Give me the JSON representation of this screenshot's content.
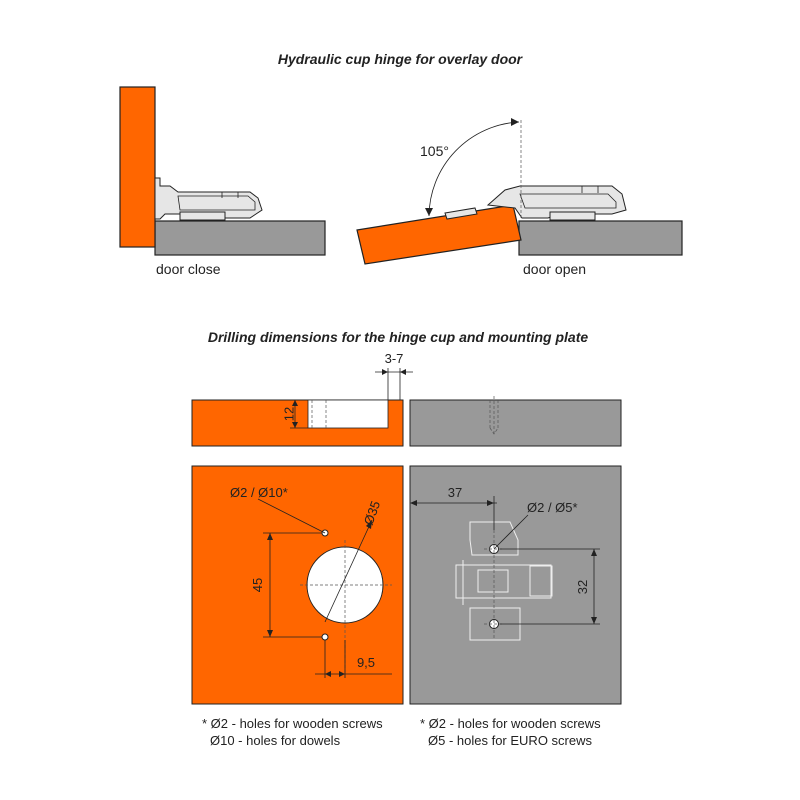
{
  "titles": {
    "hinge": "Hydraulic cup hinge for overlay door",
    "drilling": "Drilling dimensions for the hinge cup and mounting plate"
  },
  "labels": {
    "door_close": "door close",
    "door_open": "door open",
    "angle": "105°"
  },
  "dimensions": {
    "offset": "3-7",
    "depth": "12",
    "holes_door": "Ø2 / Ø10*",
    "cup": "Ø35",
    "hole_spacing": "45",
    "edge_offset": "9,5",
    "plate_offset": "37",
    "holes_plate": "Ø2 / Ø5*",
    "plate_spacing": "32"
  },
  "notes": {
    "door_line1": "* Ø2 - holes for wooden screws",
    "door_line2": "Ø10 - holes for dowels",
    "plate_line1": "* Ø2 - holes for wooden screws",
    "plate_line2": "Ø5 - holes for EURO screws"
  },
  "colors": {
    "door": "#ff6600",
    "cabinet": "#999999",
    "metal": "#e6e6e6",
    "outline": "#222222"
  }
}
